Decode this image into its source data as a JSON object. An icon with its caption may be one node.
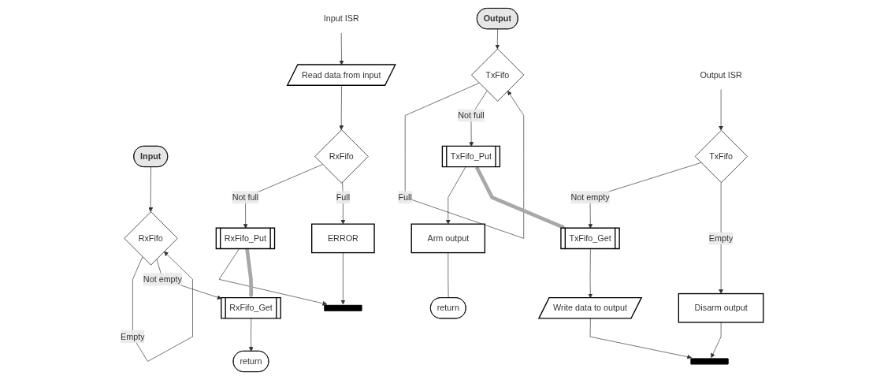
{
  "diagram": {
    "nodes": [
      {
        "text": [
          "Input"
        ]
      },
      {
        "text": [
          "RxFifo"
        ]
      },
      {
        "text": [
          "RxFifo_Get"
        ]
      },
      {
        "text": [
          "return"
        ]
      },
      {
        "text": [
          "Input ISR"
        ]
      },
      {
        "text": [
          "Read data from input"
        ]
      },
      {
        "text": [
          "RxFifo"
        ]
      },
      {
        "text": [
          "RxFifo_Put"
        ]
      },
      {
        "text": [
          "ERROR"
        ]
      },
      {
        "text": [],
        "shape": "bar"
      },
      {
        "text": [
          "Output"
        ]
      },
      {
        "text": [
          "TxFifo"
        ]
      },
      {
        "text": [
          "TxFifo_Put"
        ]
      },
      {
        "text": [
          "Arm output"
        ]
      },
      {
        "text": [
          "return"
        ]
      },
      {
        "text": [
          "Output ISR"
        ]
      },
      {
        "text": [
          "TxFifo"
        ]
      },
      {
        "text": [
          "TxFifo_Get"
        ]
      },
      {
        "text": [
          "Write data to output"
        ]
      },
      {
        "text": [
          "Disarm output"
        ]
      },
      {
        "text": [],
        "shape": "bar"
      }
    ],
    "edges": [
      {
        "from": 0,
        "to": 1,
        "arrow": "to"
      },
      {
        "from": 1,
        "to": 1,
        "label": "Empty",
        "arrow": "to"
      },
      {
        "from": 1,
        "to": 2,
        "label": "Not empty",
        "arrow": "to"
      },
      {
        "from": 2,
        "to": 3,
        "arrow": "to"
      },
      {
        "from": 4,
        "to": 5,
        "arrow": "to"
      },
      {
        "from": 5,
        "to": 6,
        "arrow": "to"
      },
      {
        "from": 6,
        "to": 7,
        "label": "Not full",
        "arrow": "to"
      },
      {
        "from": 6,
        "to": 8,
        "label": "Full",
        "arrow": "to"
      },
      {
        "from": 7,
        "to": 9,
        "arrow": "to"
      },
      {
        "from": 8,
        "to": 9,
        "arrow": "to"
      },
      {
        "from": 7,
        "to": 2,
        "arrow": "to",
        "style": "thick",
        "color": "#a8a8a8"
      },
      {
        "from": 10,
        "to": 11,
        "arrow": "to"
      },
      {
        "from": 11,
        "to": 11,
        "label": "Full",
        "arrow": "to"
      },
      {
        "from": 11,
        "to": 12,
        "label": "Not full",
        "arrow": "to"
      },
      {
        "from": 12,
        "to": 13,
        "arrow": "to"
      },
      {
        "from": 13,
        "to": 14,
        "arrow": "none"
      },
      {
        "from": 15,
        "to": 16,
        "arrow": "to"
      },
      {
        "from": 16,
        "to": 17,
        "label": "Not empty",
        "arrow": "to"
      },
      {
        "from": 16,
        "to": 19,
        "label": "Empty",
        "arrow": "to"
      },
      {
        "from": 17,
        "to": 18,
        "arrow": "to"
      },
      {
        "from": 18,
        "to": 20,
        "arrow": "to"
      },
      {
        "from": 19,
        "to": 20,
        "arrow": "to"
      },
      {
        "from": 12,
        "to": 17,
        "arrow": "to",
        "style": "thick",
        "color": "#a8a8a8"
      }
    ]
  }
}
